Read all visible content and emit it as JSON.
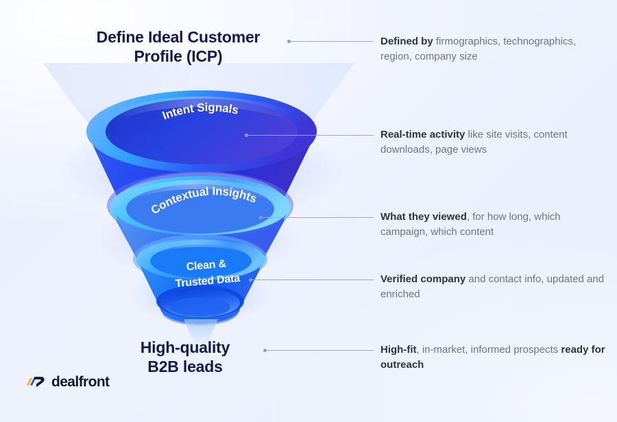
{
  "meta": {
    "background_color": "#eef2fd",
    "accent_color": "#2a4cf5",
    "heading_color": "#111a4e",
    "body_color": "#6c7689",
    "body_bold_color": "#2c3446"
  },
  "headings": {
    "top": "Define Ideal Customer Profile (ICP)",
    "top_line1": "Define Ideal Customer",
    "top_line2": "Profile (ICP)",
    "bottom": "High-quality B2B leads",
    "bottom_line1": "High-quality",
    "bottom_line2": "B2B leads"
  },
  "stages": [
    {
      "label": "Intent Signals",
      "color": "#2346e8"
    },
    {
      "label": "Contextual Insights",
      "color": "#3e7bf0"
    },
    {
      "label": "Clean &",
      "label2": "Trusted Data",
      "color": "#1a73f5"
    }
  ],
  "descriptions": [
    {
      "id": "icp",
      "bold_lead": "Defined by",
      "rest": " firmographics, technographics, region, company size",
      "full": "Defined by firmographics, technographics, region, company size"
    },
    {
      "id": "intent-signals",
      "bold_lead": "Real-time activity",
      "rest": " like site visits, content downloads, page views",
      "full": "Real-time activity like site visits, content downloads, page views"
    },
    {
      "id": "contextual-insights",
      "bold_lead": "What they viewed",
      "rest": ", for how long, which campaign, which content",
      "full": "What they viewed, for how long, which campaign, which content"
    },
    {
      "id": "clean-trusted-data",
      "bold_lead": "Verified company",
      "rest": " and contact info, updated and enriched",
      "full": "Verified company and contact info, updated and enriched"
    },
    {
      "id": "b2b-leads",
      "bold_lead": "High-fit",
      "rest": ", in-market, informed prospects ",
      "bold_tail": "ready for outreach",
      "full": "High-fit, in-market, informed prospects ready for outreach"
    }
  ],
  "logo": {
    "wordmark": "dealfront",
    "mark_colors": [
      "#f5b01e",
      "#2a4cf5",
      "#12163a"
    ]
  }
}
